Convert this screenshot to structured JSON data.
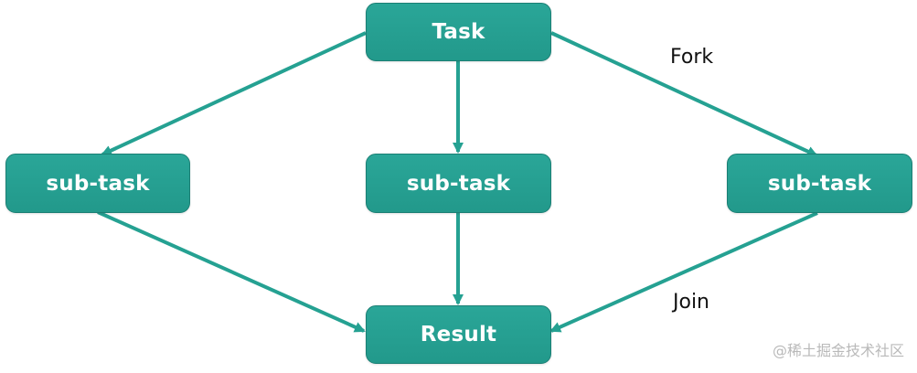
{
  "diagram": {
    "nodes": {
      "task": "Task",
      "subtask_left": "sub-task",
      "subtask_middle": "sub-task",
      "subtask_right": "sub-task",
      "result": "Result"
    },
    "labels": {
      "fork": "Fork",
      "join": "Join"
    },
    "watermark": "@稀土掘金技术社区"
  },
  "colors": {
    "node_fill": "#22998b",
    "node_border": "#1b7f74",
    "edge": "#25a192",
    "node_text": "#ffffff"
  }
}
